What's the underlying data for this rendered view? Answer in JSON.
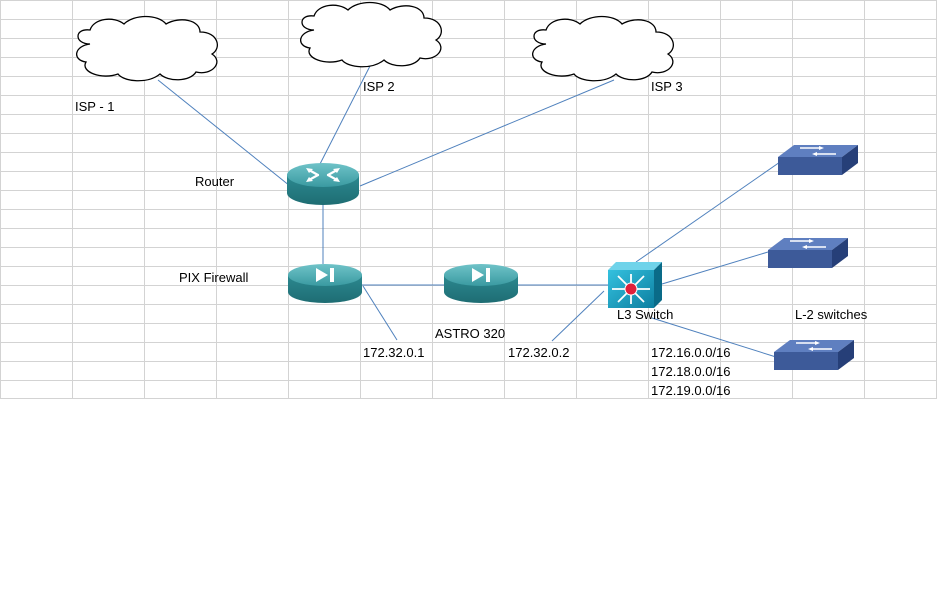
{
  "labels": {
    "isp1": "ISP - 1",
    "isp2": "ISP 2",
    "isp3": "ISP 3",
    "router": "Router",
    "pix_firewall": "PIX Firewall",
    "astro": "ASTRO 320",
    "l3_switch": "L3 Switch",
    "l2_switches": "L-2 switches",
    "ip_pix": "172.32.0.1",
    "ip_astro": "172.32.0.2",
    "subnet1": "172.16.0.0/16",
    "subnet2": "172.18.0.0/16",
    "subnet3": "172.19.0.0/16"
  },
  "icons": {
    "cloud": "cloud-icon",
    "router": "router-icon",
    "firewall": "firewall-icon",
    "l3_switch": "l3-switch-icon",
    "l2_switch": "l2-switch-icon"
  },
  "colors": {
    "grid_line": "#d3d3d3",
    "link_line": "#4f81bd",
    "device_teal": "#2e8c93",
    "switch_blue": "#3d5a99",
    "l3_cyan": "#1aa0c0"
  }
}
